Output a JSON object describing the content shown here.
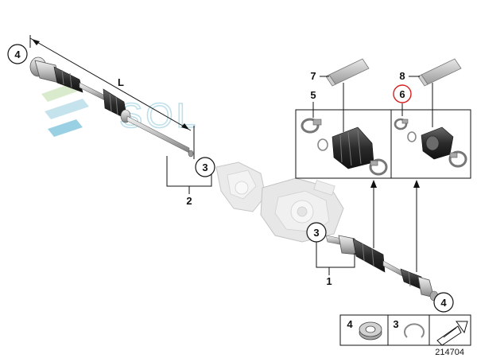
{
  "callouts": {
    "shaft_left": "4",
    "length": "L",
    "joint_left": "3",
    "assembly_left": "2",
    "tube_left": "7",
    "clamp_left": "5",
    "tube_right": "8",
    "clamp_right": "6",
    "joint_right": "3",
    "assembly_right": "1",
    "shaft_right": "4"
  },
  "legend": {
    "cell_nut_number": "4",
    "cell_ring_number": "3"
  },
  "watermark": "SOL",
  "diagram_number": "214704",
  "colors": {
    "line": "#111111",
    "part_dark": "#2a2a2a",
    "part_light": "#d9d9d9",
    "highlight": "#d62020",
    "watermark": "#b9dde8"
  }
}
